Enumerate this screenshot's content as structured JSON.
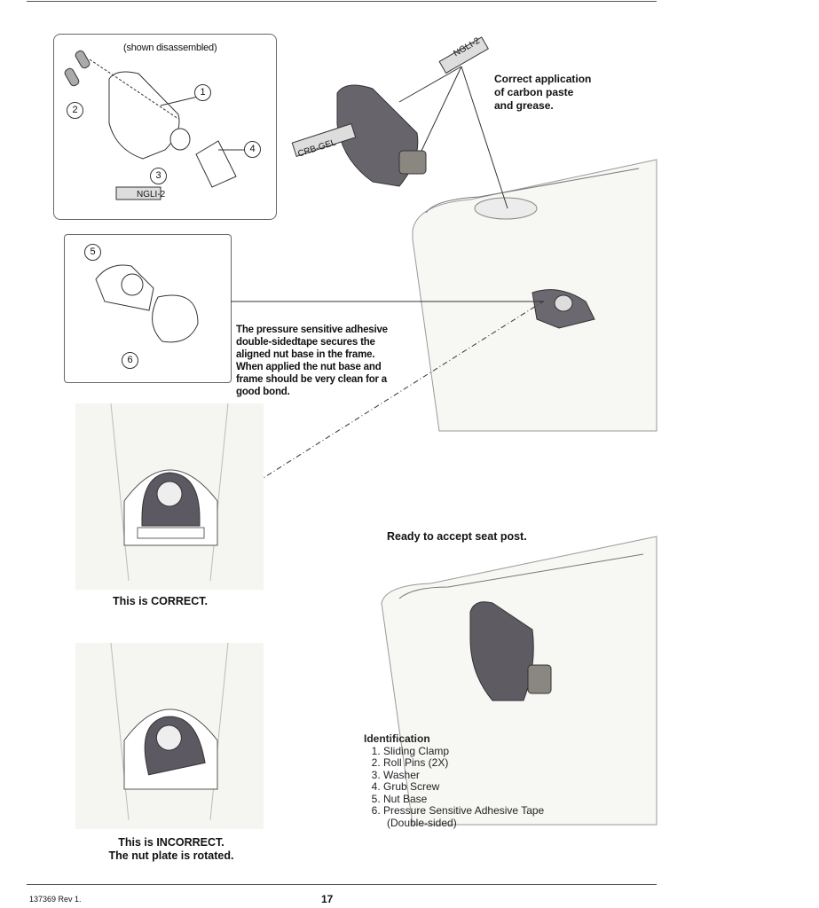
{
  "header": {},
  "figure1": {
    "caption": "(shown disassembled)",
    "callouts": [
      "1",
      "2",
      "3",
      "4"
    ],
    "tube_label": "NGLI-2"
  },
  "figure_main": {
    "caption": "Correct application of carbon paste and grease.",
    "caption_lines": [
      "Correct application",
      "of carbon paste",
      "and grease."
    ],
    "tube_labels": [
      "NGLI-2",
      "CRB-GEL"
    ]
  },
  "figure2": {
    "callouts": [
      "5",
      "6"
    ]
  },
  "adhesive_note": {
    "lines": [
      "The pressure sensitive adhesive",
      "double-sidedtape secures the",
      "aligned nut base in the frame.",
      "When applied the nut base and",
      "frame should be very clean for a",
      "good bond."
    ]
  },
  "correct": {
    "caption": "This is CORRECT."
  },
  "incorrect": {
    "caption_lines": [
      "This is INCORRECT.",
      "The nut plate is rotated."
    ]
  },
  "ready": {
    "caption": "Ready to accept seat post."
  },
  "identification": {
    "title": "Identification",
    "items": [
      "Sliding Clamp",
      "Roll Pins (2X)",
      "Washer",
      "Grub Screw",
      "Nut Base",
      "Pressure Sensitive Adhesive Tape"
    ],
    "item6_sub": "(Double-sided)"
  },
  "footer": {
    "doc_number": "137369 Rev 1.",
    "page_number": "17"
  }
}
